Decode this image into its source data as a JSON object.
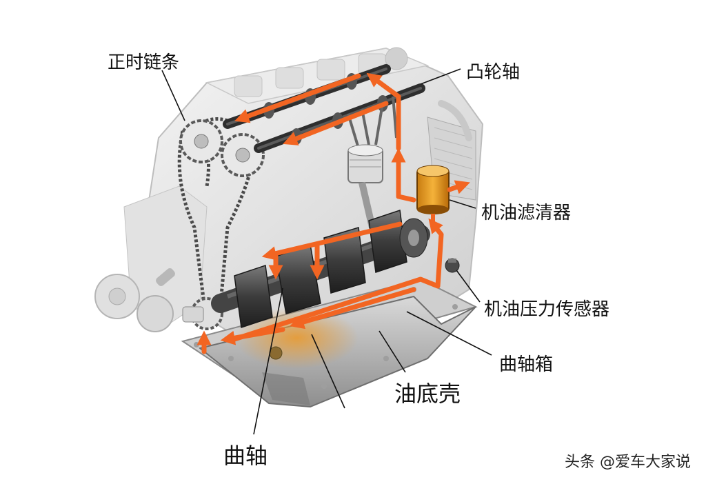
{
  "labels": {
    "timing_chain": "正时链条",
    "camshaft": "凸轮轴",
    "oil_filter": "机油滤清器",
    "oil_pressure_sensor": "机油压力传感器",
    "crankcase": "曲轴箱",
    "oil_pan": "油底壳",
    "crankshaft": "曲轴"
  },
  "watermark": "头条 @爱车大家说",
  "colors": {
    "oil_flow": "#f26522",
    "oil_filter": "#f0a020",
    "engine_light": "#e6e6e6",
    "engine_dark": "#3a3a3a"
  }
}
